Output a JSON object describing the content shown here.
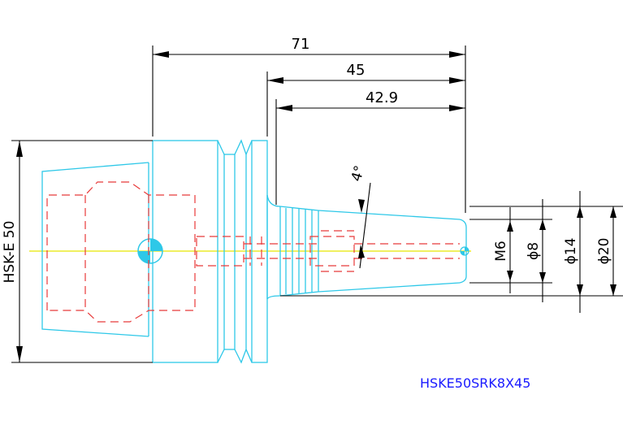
{
  "drawing": {
    "dimensions": {
      "overall_length": "71",
      "shank_length": "45",
      "taper_length": "42.9",
      "taper_angle": "4°",
      "thread": "M6",
      "bore_diameter": "ϕ8",
      "tip_diameter": "ϕ14",
      "base_diameter": "ϕ20",
      "interface": "HSK-E 50"
    },
    "part_number": "HSKE50SRK8X45",
    "colors": {
      "outline": "#2ec8e8",
      "hidden": "#e83a3a",
      "centerline": "#e8e800",
      "dimension": "#000000",
      "label": "#1a1aff"
    }
  }
}
